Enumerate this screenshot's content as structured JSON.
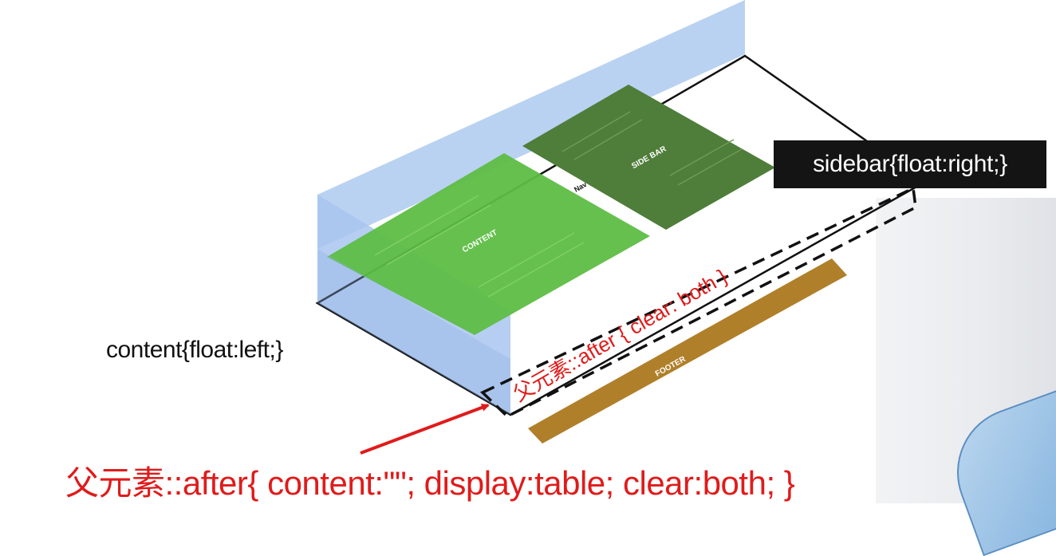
{
  "diagram": {
    "parent_code": "父元素::after{ content:\"\"; display:table; clear:both; }",
    "content_rule": "content{float:left;}",
    "sidebar_rule": "sidebar{float:right;}",
    "clearfix_label": "父元素::after { clear: both }",
    "box_labels": {
      "content": "CONTENT",
      "sidebar": "SIDE BAR",
      "footer": "FOOTER",
      "small": "Nav"
    },
    "colors": {
      "parent_plane": "#b3cdf0",
      "content_box": "#5ebd45",
      "sidebar_box": "#4f7d3a",
      "footer_bar": "#b07f2a",
      "annotation_red": "#e01b1b"
    }
  }
}
